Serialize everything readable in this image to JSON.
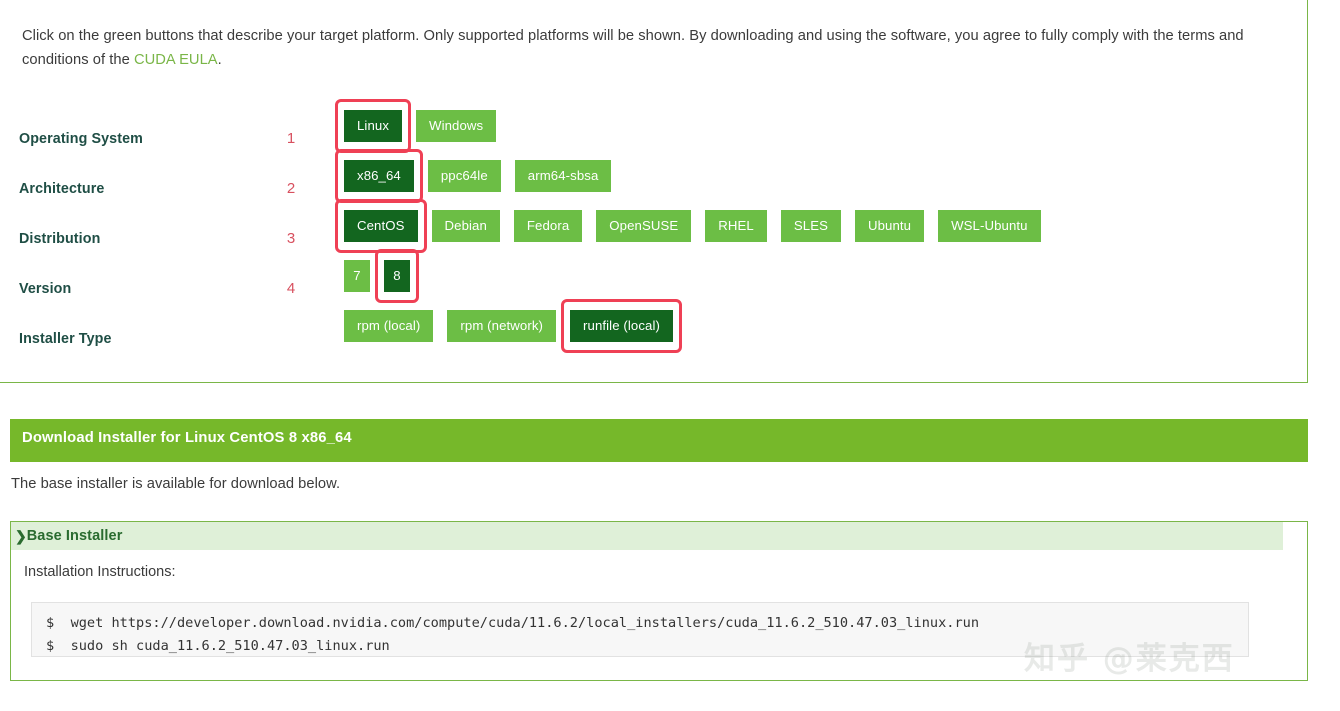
{
  "intro": {
    "text_before_link": "Click on the green buttons that describe your target platform. Only supported platforms will be shown. By downloading and using the software, you agree to fully comply with the terms and conditions of the ",
    "link_label": "CUDA EULA",
    "text_after_link": ".",
    "link_color": "#7ab648"
  },
  "colors": {
    "button_unselected": "#6cbe45",
    "button_selected": "#13661f",
    "annotation_red": "#ef4055",
    "step_number": "#d8505f",
    "panel_border": "#7ab648",
    "download_bar": "#76b82a",
    "accordion_bg": "#dff0d8",
    "accordion_text": "#2a6b2f",
    "label_text": "#1f4e45"
  },
  "matrix": {
    "rows": [
      {
        "label": "Operating System",
        "number": "1",
        "options": [
          {
            "label": "Linux",
            "selected": true,
            "annotated": true
          },
          {
            "label": "Windows",
            "selected": false,
            "annotated": false
          }
        ]
      },
      {
        "label": "Architecture",
        "number": "2",
        "options": [
          {
            "label": "x86_64",
            "selected": true,
            "annotated": true
          },
          {
            "label": "ppc64le",
            "selected": false,
            "annotated": false
          },
          {
            "label": "arm64-sbsa",
            "selected": false,
            "annotated": false
          }
        ]
      },
      {
        "label": "Distribution",
        "number": "3",
        "options": [
          {
            "label": "CentOS",
            "selected": true,
            "annotated": true
          },
          {
            "label": "Debian",
            "selected": false,
            "annotated": false
          },
          {
            "label": "Fedora",
            "selected": false,
            "annotated": false
          },
          {
            "label": "OpenSUSE",
            "selected": false,
            "annotated": false
          },
          {
            "label": "RHEL",
            "selected": false,
            "annotated": false
          },
          {
            "label": "SLES",
            "selected": false,
            "annotated": false
          },
          {
            "label": "Ubuntu",
            "selected": false,
            "annotated": false
          },
          {
            "label": "WSL-Ubuntu",
            "selected": false,
            "annotated": false
          }
        ]
      },
      {
        "label": "Version",
        "number": "4",
        "options": [
          {
            "label": "7",
            "selected": false,
            "annotated": false
          },
          {
            "label": "8",
            "selected": true,
            "annotated": true
          }
        ]
      },
      {
        "label": "Installer Type",
        "number": "",
        "options": [
          {
            "label": "rpm (local)",
            "selected": false,
            "annotated": false
          },
          {
            "label": "rpm (network)",
            "selected": false,
            "annotated": false
          },
          {
            "label": "runfile (local)",
            "selected": true,
            "annotated": true
          }
        ]
      }
    ]
  },
  "download": {
    "bar_title": "Download Installer for Linux CentOS 8 x86_64",
    "base_text": "The base installer is available for download below.",
    "accordion": {
      "chevron": "❯",
      "title": "Base Installer",
      "instructions_label": "Installation Instructions:",
      "commands": [
        {
          "prompt": "$",
          "text": "wget https://developer.download.nvidia.com/compute/cuda/11.6.2/local_installers/cuda_11.6.2_510.47.03_linux.run"
        },
        {
          "prompt": "$",
          "text": "sudo sh cuda_11.6.2_510.47.03_linux.run"
        }
      ]
    }
  },
  "watermark": {
    "text": "知乎 @莱克西"
  }
}
